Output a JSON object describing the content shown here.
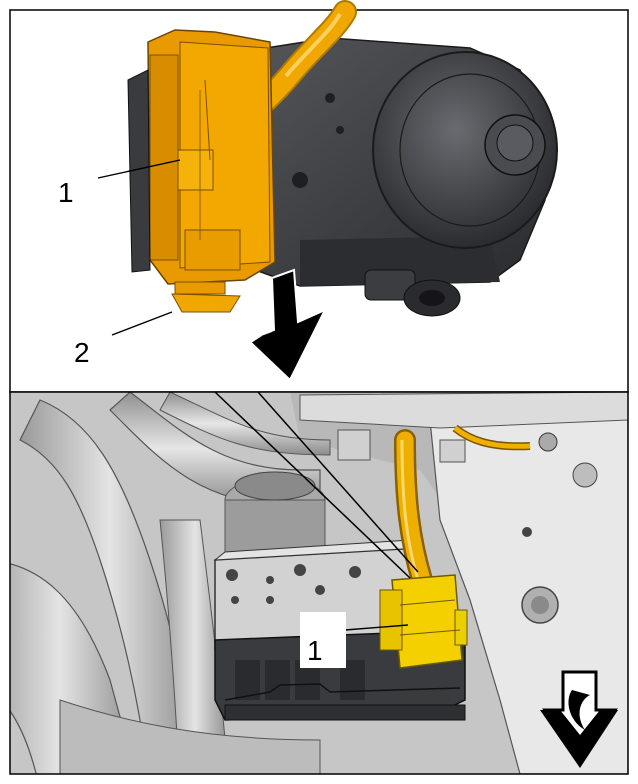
{
  "figure": {
    "callouts": [
      "1",
      "2",
      "1"
    ]
  },
  "colors": {
    "connector": "#f0a800",
    "connector_lower": "#f5d000",
    "module_dark": "#3a3b3f",
    "engine_gray": "#c8c8c8",
    "frame": "#000000"
  },
  "icons": [
    "direction-arrow-down-icon",
    "direction-arrow-down-outline-icon"
  ]
}
